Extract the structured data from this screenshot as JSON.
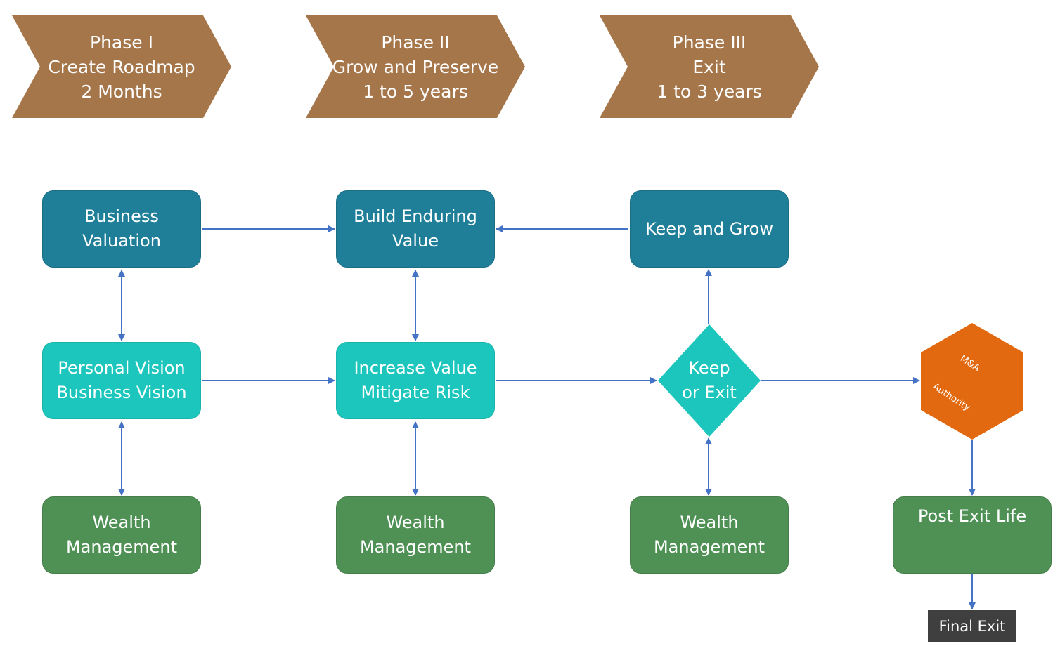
{
  "phases": [
    {
      "line1": "Phase I",
      "line2": "Create Roadmap",
      "line3": "2 Months"
    },
    {
      "line1": "Phase II",
      "line2": "Grow and Preserve",
      "line3": "1 to 5 years"
    },
    {
      "line1": "Phase III",
      "line2": "Exit",
      "line3": "1 to 3 years"
    }
  ],
  "nodes": {
    "business_valuation": [
      "Business",
      "Valuation"
    ],
    "build_enduring_value": [
      "Build Enduring",
      "Value"
    ],
    "keep_and_grow": [
      "Keep and Grow"
    ],
    "personal_business_vision": [
      "Personal Vision",
      "Business Vision"
    ],
    "increase_value": [
      "Increase Value",
      "Mitigate Risk"
    ],
    "keep_or_exit": [
      "Keep",
      "or Exit"
    ],
    "ma_authority": [
      "M&A",
      "Authority"
    ],
    "wealth_mgmt_1": [
      "Wealth",
      "Management"
    ],
    "wealth_mgmt_2": [
      "Wealth",
      "Management"
    ],
    "wealth_mgmt_3": [
      "Wealth",
      "Management"
    ],
    "post_exit_life": [
      "Post Exit Life"
    ],
    "final_exit": [
      "Final Exit"
    ]
  },
  "colors": {
    "phase_arrow": "#a6764b",
    "dark_teal": "#1f7e98",
    "teal": "#1cc6bd",
    "green": "#4f9155",
    "orange": "#e2690f",
    "final_exit": "#3f3f3f",
    "connector": "#4472c4"
  }
}
